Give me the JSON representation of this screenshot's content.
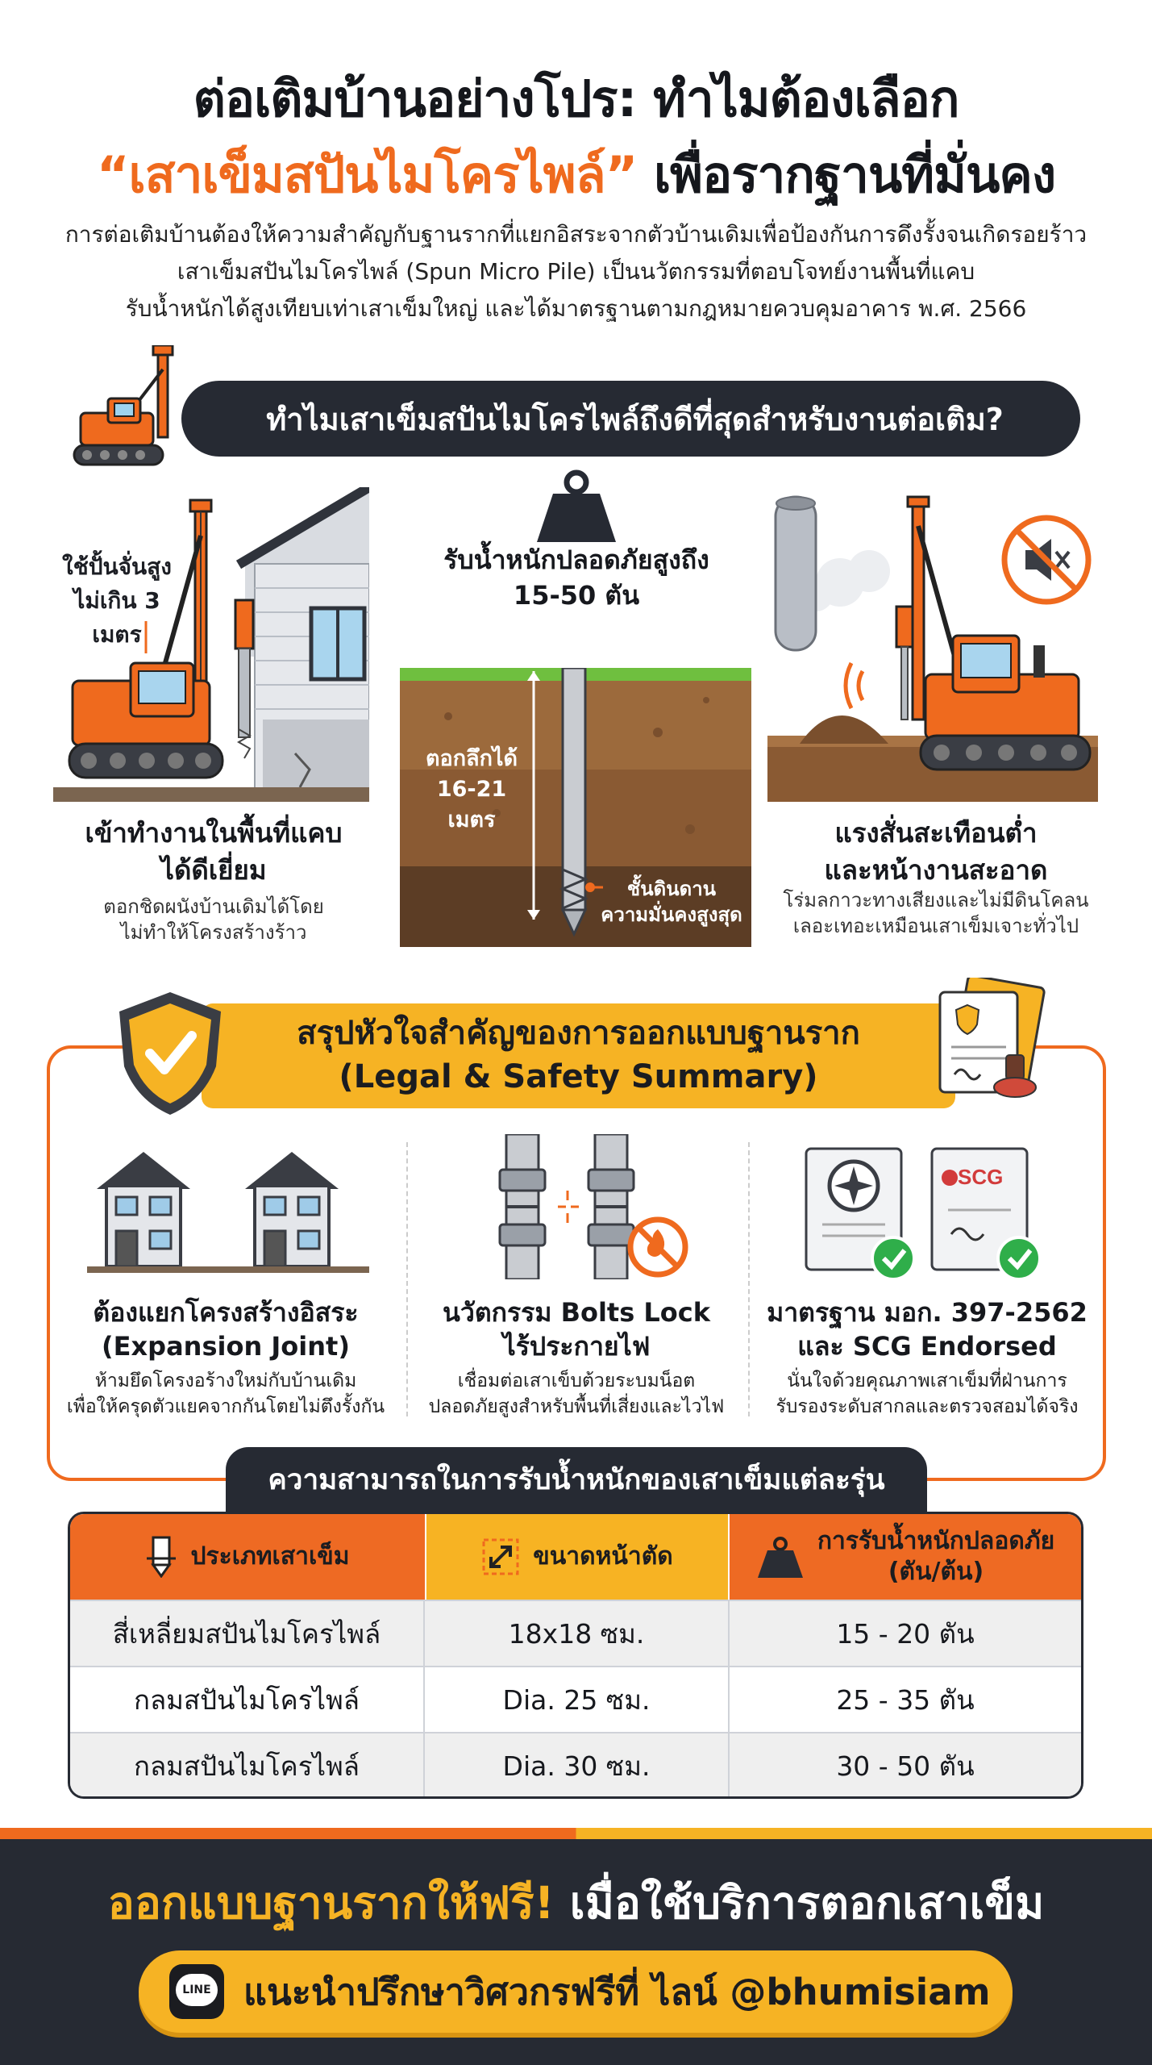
{
  "header": {
    "title_line1": "ต่อเติมบ้านอย่างโปร: ทำไมต้องเลือก",
    "title_line2_highlight": "“เสาเข็มสปันไมโครไพล์”",
    "title_line2_rest": " เพื่อรากฐานที่มั่นคง",
    "intro_line1": "การต่อเติมบ้านต้องให้ความสำคัญกับฐานรากที่แยกอิสระจากตัวบ้านเดิมเพื่อป้องกันการดึงรั้งจนเกิดรอยร้าว",
    "intro_line2": "เสาเข็มสปันไมโครไพล์ (Spun Micro Pile) เป็นนวัตกรรมที่ตอบโจทย์งานพื้นที่แคบ",
    "intro_line3": "รับน้ำหนักได้สูงเทียบเท่าเสาเข็มใหญ่ และได้มาตรฐานตามกฎหมายควบคุมอาคาร พ.ศ. 2566"
  },
  "why_section": {
    "banner": "ทำไมเสาเข็มสปันไมโครไพล์ถึงดีที่สุดสำหรับงานต่อเติม?",
    "col1": {
      "note_line1": "ใช้ปั้นจั่นสูง",
      "note_line2": "ไม่เกิน 3 เมตร",
      "title_line1": "เข้าทำงานในพื้นที่แคบ",
      "title_line2": "ได้ดีเยี่ยม",
      "sub_line1": "ตอกชิดผนังบ้านเดิมได้โดย",
      "sub_line2": "ไม่ทำให้โครงสร้างร้าว"
    },
    "col2": {
      "title_line1": "รับน้ำหนักปลอดภัยสูงถึง",
      "title_line2": "15-50 ตัน",
      "depth_line1": "ตอกลึกได้",
      "depth_line2": "16-21 เมตร",
      "hard_line1": "ชั้นดินดาน",
      "hard_line2": "ความมั่นคงสูงสุด"
    },
    "col3": {
      "title_line1": "แรงสั่นสะเทือนต่ำ",
      "title_line2": "และหน้างานสะอาด",
      "sub_line1": "โร่มลกาวะทางเสียงและไม่มีดินโคลน",
      "sub_line2": "เลอะเทอะเหมือนเสาเข็มเจาะทั่วไป"
    }
  },
  "summary": {
    "title_line1": "สรุปหัวใจสำคัญของการออกแบบฐานราก",
    "title_line2": "(Legal & Safety Summary)",
    "items": [
      {
        "title_line1": "ต้องแยกโครงสร้างอิสระ",
        "title_line2": "(Expansion Joint)",
        "sub_line1": "ห้ามยึดโครงอร้างใหม่กับบ้านเดิม",
        "sub_line2": "เพื่อให้ครุดตัวแยคจากกันโตยไม่ตึงรั้งกัน"
      },
      {
        "title_line1": "นวัตกรรม Bolts Lock",
        "title_line2": "ไร้ประกายไฟ",
        "sub_line1": "เชื่อมต่อเสาเข็บต้วยระบมน็อต",
        "sub_line2": "ปลอดภัยสูงสำหรับพื้นที่เสี่ยงและไวไฟ"
      },
      {
        "title_line1": "มาตรฐาน มอก. 397-2562",
        "title_line2": "และ SCG Endorsed",
        "sub_line1": "นั่นใจด้วยคุณภาพเสาเข็มที่ฝ่านการ",
        "sub_line2": "รับรองระดับสากลและตรวจสอมได้จริง",
        "scg_label": "SCG"
      }
    ]
  },
  "table": {
    "title": "ความสามารถในการรับน้ำหนักของเสาเข็มแต่ละรุ่น",
    "headers": [
      "ประเภทเสาเข็ม",
      "ขนาดหน้าตัด",
      "การรับน้ำหนักปลอดภัย",
      "(ตัน/ต้น)"
    ],
    "rows": [
      [
        "สี่เหลี่ยมสปันไมโครไพล์",
        "18x18 ซม.",
        "15 - 20 ตัน"
      ],
      [
        "กลมสปันไมโครไพล์",
        "Dia. 25 ซม.",
        "25 - 35 ตัน"
      ],
      [
        "กลมสปันไมโครไพล์",
        "Dia. 30 ซม.",
        "30 - 50 ตัน"
      ]
    ]
  },
  "footer": {
    "cta_highlight": "ออกแบบฐานรากให้ฟรี!",
    "cta_rest": " เมื่อใช้บริการตอกเสาเข็ม",
    "line_badge": "LINE",
    "button": "แนะนำปรึกษาวิศวกรฟรีที่ ไลน์ @bhumisiam"
  },
  "colors": {
    "accent_orange": "#ef6a1e",
    "accent_yellow": "#f6b324",
    "dark": "#262a33",
    "green_check": "#2fae4a"
  }
}
